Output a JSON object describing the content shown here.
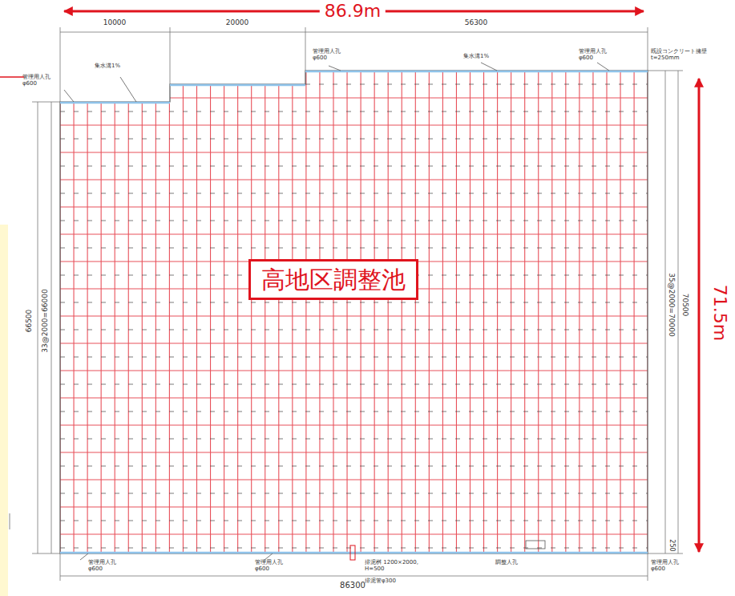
{
  "diagram": {
    "nodes": [
      {
        "text": [
          "高地区調整池"
        ]
      }
    ],
    "labels": [
      "86.9m",
      "71.5m",
      "10000",
      "20000",
      "56300",
      "管理用人孔 φ600",
      "集水溝1%",
      "管理用人孔 φ600",
      "集水溝1%",
      "管理用人孔 φ600",
      "既設コンクリート擁壁 t=250mm",
      "66500",
      "33@2000=66000",
      "35@2000=70000",
      "70500",
      "250",
      "管理用人孔 φ600",
      "管理用人孔 φ600",
      "排泥桝 1200×2000, H=500",
      "排泥管φ300",
      "調整人孔",
      "管理用人孔 φ600",
      "86300"
    ]
  }
}
